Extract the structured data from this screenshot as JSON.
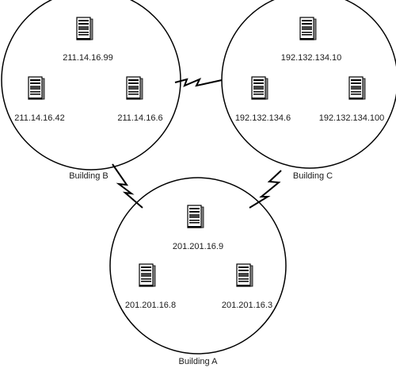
{
  "buildings": [
    {
      "id": "B",
      "label": "Building B",
      "servers": [
        {
          "ip": "211.14.16.99"
        },
        {
          "ip": "211.14.16.42"
        },
        {
          "ip": "211.14.16.6"
        }
      ]
    },
    {
      "id": "C",
      "label": "Building C",
      "servers": [
        {
          "ip": "192.132.134.10"
        },
        {
          "ip": "192.132.134.6"
        },
        {
          "ip": "192.132.134.100"
        }
      ]
    },
    {
      "id": "A",
      "label": "Building A",
      "servers": [
        {
          "ip": "201.201.16.9"
        },
        {
          "ip": "201.201.16.8"
        },
        {
          "ip": "201.201.16.3"
        }
      ]
    }
  ],
  "links": [
    {
      "from": "B",
      "to": "C",
      "type": "wan"
    },
    {
      "from": "B",
      "to": "A",
      "type": "wan"
    },
    {
      "from": "C",
      "to": "A",
      "type": "wan"
    }
  ]
}
